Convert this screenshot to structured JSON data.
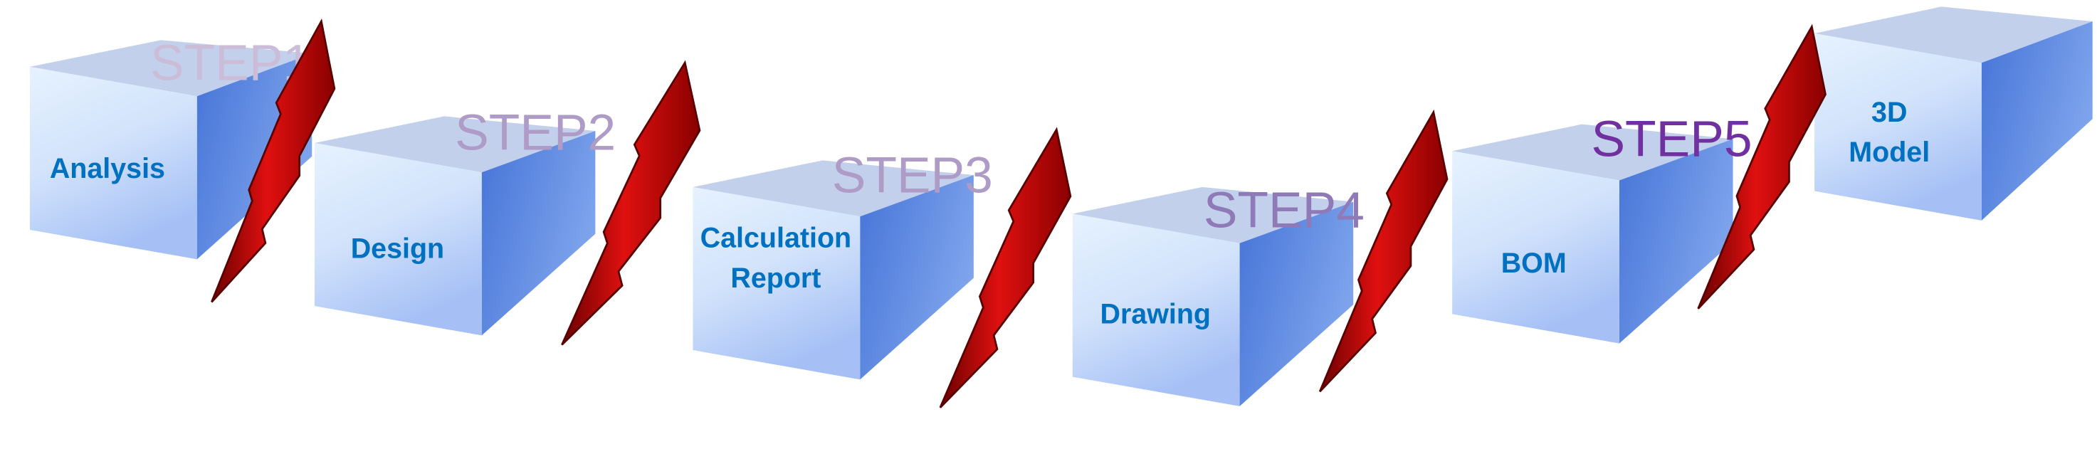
{
  "steps": [
    {
      "step": "STEP1",
      "label_lines": [
        "Analysis"
      ],
      "step_color": "#cbbdd8"
    },
    {
      "step": "STEP2",
      "label_lines": [
        "Design"
      ],
      "step_color": "#ae9bc6"
    },
    {
      "step": "STEP3",
      "label_lines": [
        "Calculation",
        "Report"
      ],
      "step_color": "#ae9bc6"
    },
    {
      "step": "STEP4",
      "label_lines": [
        "Drawing"
      ],
      "step_color": "#8f79b6"
    },
    {
      "step": "STEP5",
      "label_lines": [
        "BOM"
      ],
      "step_color": "#7030a0"
    },
    {
      "step": "",
      "label_lines": [
        "3D",
        "Model"
      ],
      "step_color": "#7030a0"
    }
  ],
  "colors": {
    "label": "#0070c0",
    "bolt": "#d40000",
    "cube_top": "#c3d0ec",
    "cube_side": "#5a86e0"
  }
}
